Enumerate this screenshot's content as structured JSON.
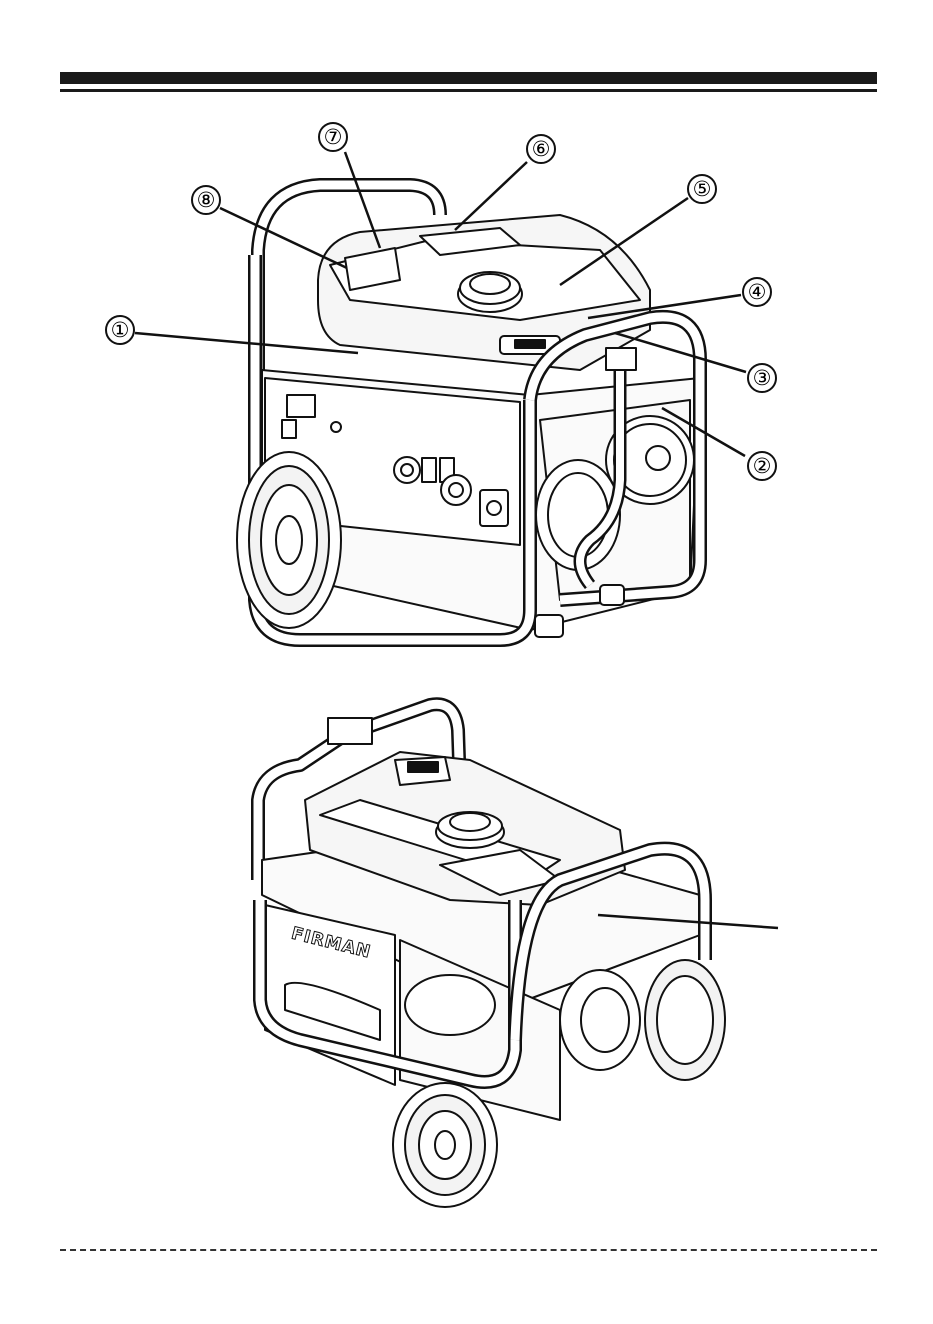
{
  "figure_top": {
    "callouts": [
      {
        "label": "①"
      },
      {
        "label": "②"
      },
      {
        "label": "③"
      },
      {
        "label": "④"
      },
      {
        "label": "⑤"
      },
      {
        "label": "⑥"
      },
      {
        "label": "⑦"
      },
      {
        "label": "⑧"
      }
    ]
  },
  "figure_bottom": {
    "brand": "FIRMAN"
  }
}
